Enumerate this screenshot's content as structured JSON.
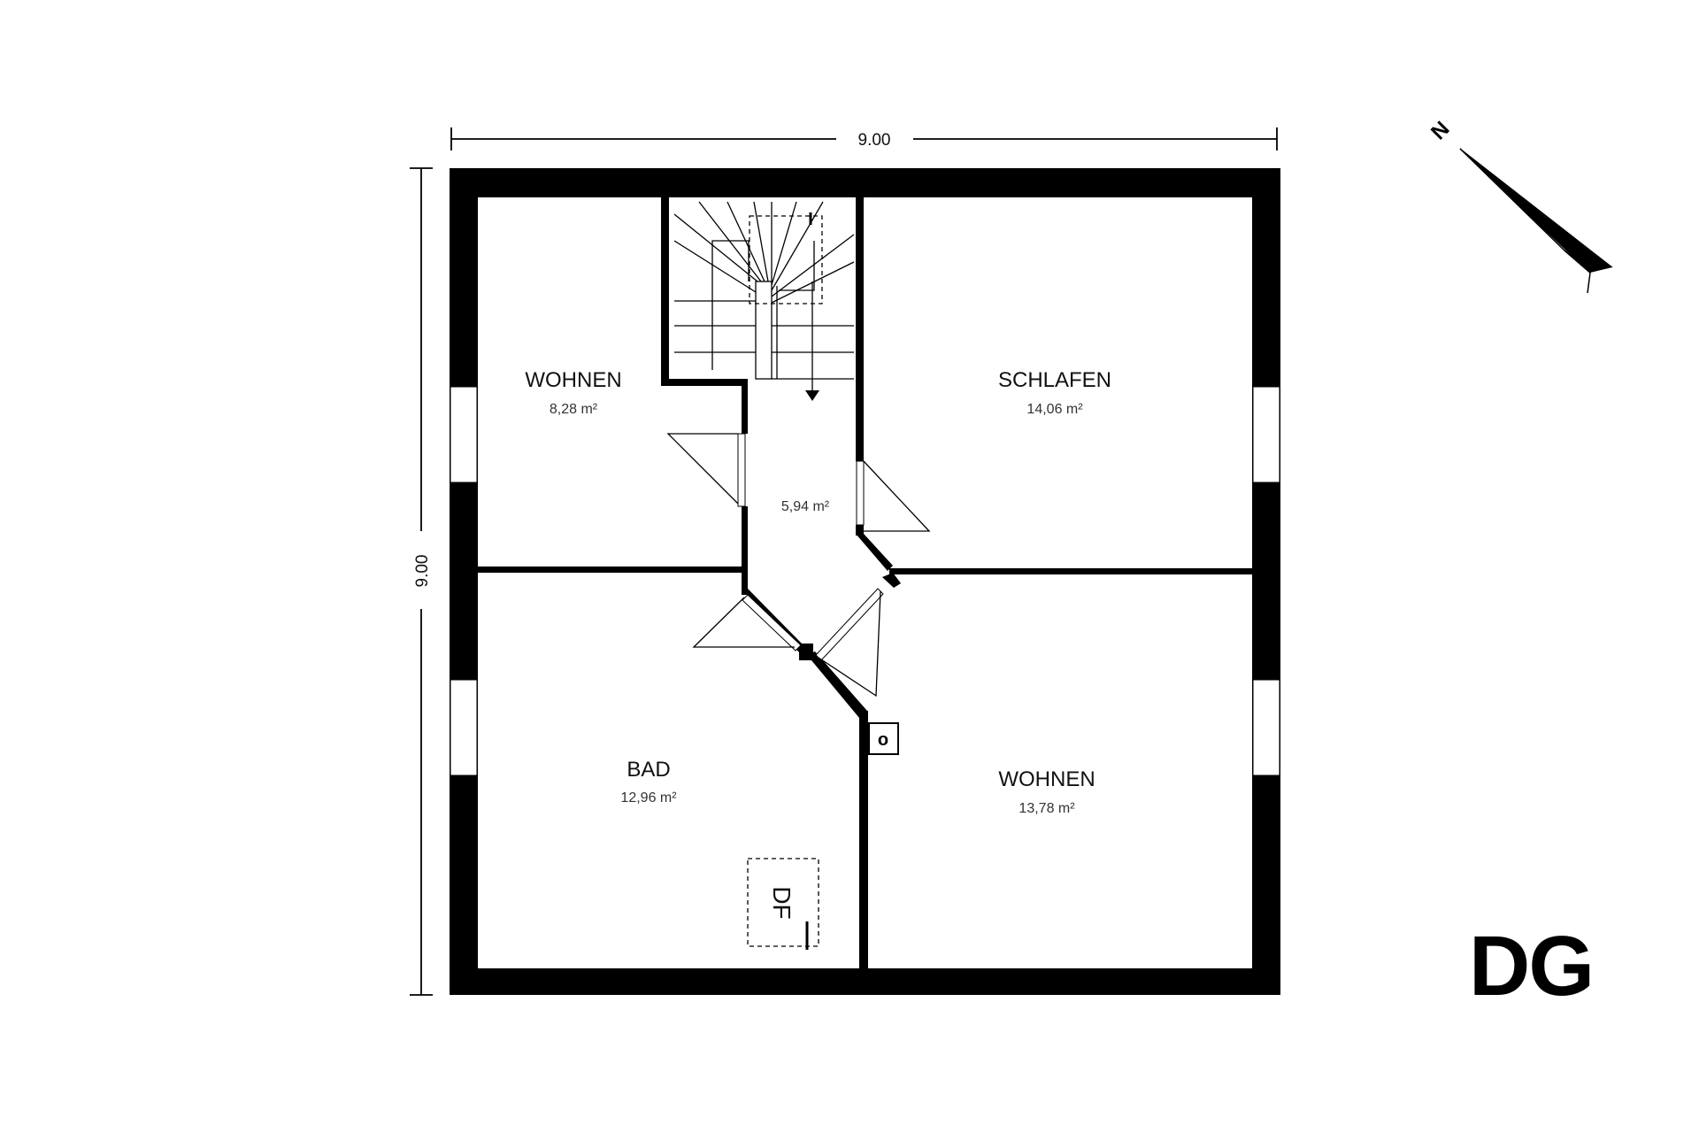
{
  "dimensions": {
    "width_label": "9.00",
    "height_label": "9.00"
  },
  "rooms": [
    {
      "id": "wohnen-nw",
      "name": "WOHNEN",
      "area": "8,28 m²"
    },
    {
      "id": "flur",
      "name": "",
      "area": "5,94 m²"
    },
    {
      "id": "schlafen",
      "name": "SCHLAFEN",
      "area": "14,06 m²"
    },
    {
      "id": "bad",
      "name": "BAD",
      "area": "12,96 m²"
    },
    {
      "id": "wohnen-se",
      "name": "WOHNEN",
      "area": "13,78 m²"
    }
  ],
  "roof_window_label": "DF",
  "chimney_label": "o",
  "north_label": "N",
  "north_icon": "north-arrow-icon",
  "level_label": "DG"
}
